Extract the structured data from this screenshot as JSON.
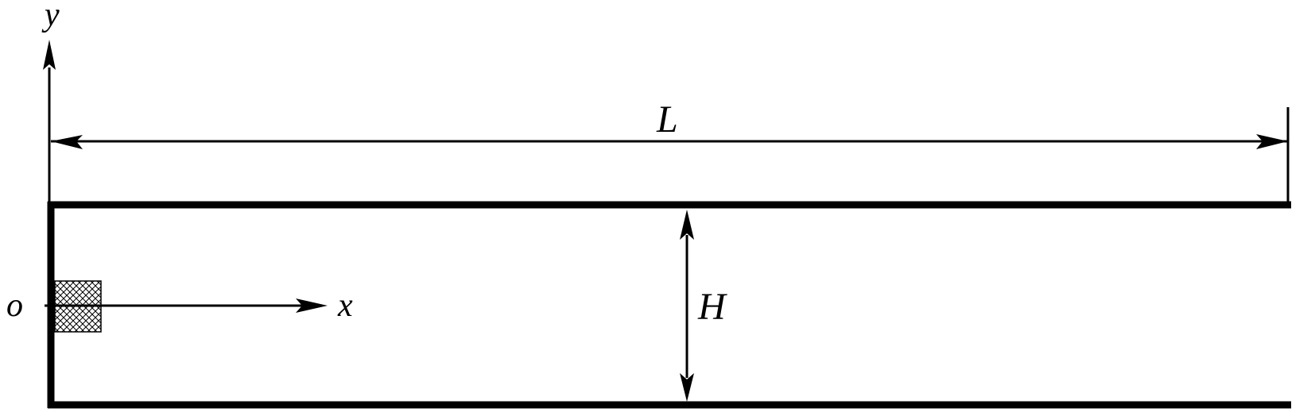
{
  "diagram": {
    "axis_y_label": "y",
    "axis_x_label": "x",
    "origin_label": "o",
    "length_label": "L",
    "height_label": "H"
  },
  "colors": {
    "stroke": "#000000",
    "background": "#ffffff"
  }
}
